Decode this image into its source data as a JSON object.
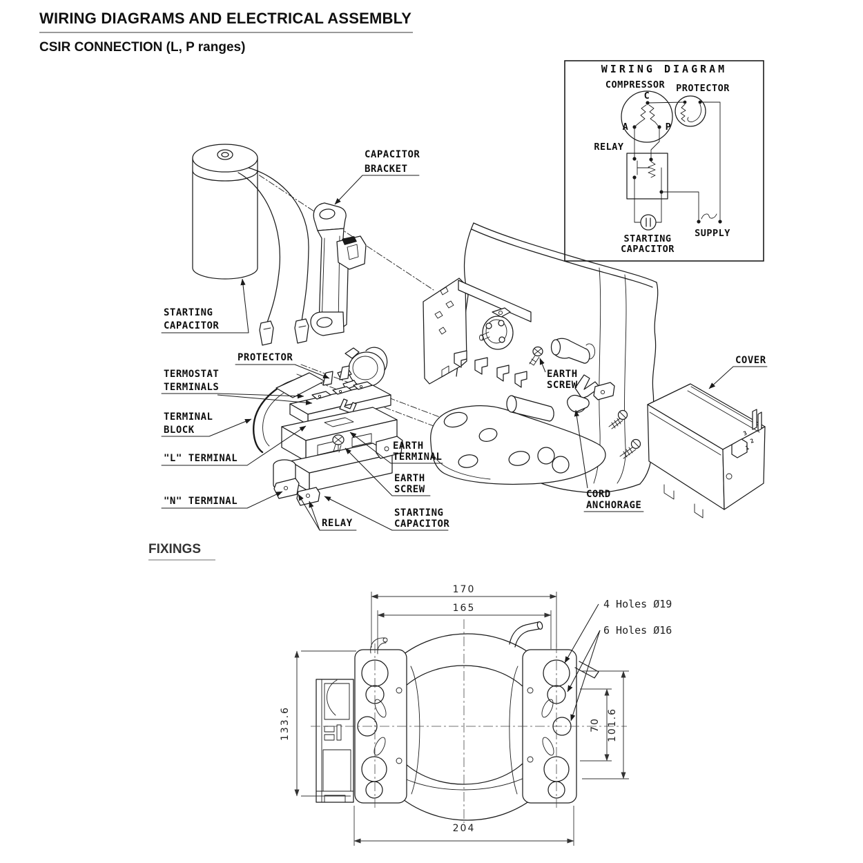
{
  "page": {
    "title": "WIRING DIAGRAMS AND ELECTRICAL ASSEMBLY",
    "subtitle": "CSIR CONNECTION (L, P ranges)",
    "fixings_heading": "FIXINGS"
  },
  "wiring_diagram": {
    "title": "WIRING DIAGRAM",
    "compressor_label": "COMPRESSOR",
    "protector_label": "PROTECTOR",
    "relay_label": "RELAY",
    "starting_capacitor_line1": "STARTING",
    "starting_capacitor_line2": "CAPACITOR",
    "supply_label": "SUPPLY",
    "terminal_c": "C",
    "terminal_a": "A",
    "terminal_p": "P"
  },
  "exploded_view": {
    "starting_capacitor_line1": "STARTING",
    "starting_capacitor_line2": "CAPACITOR",
    "capacitor_bracket_line1": "CAPACITOR",
    "capacitor_bracket_line2": "BRACKET",
    "protector_label": "PROTECTOR",
    "termostat_terminals_line1": "TERMOSTAT",
    "termostat_terminals_line2": "TERMINALS",
    "terminal_block_line1": "TERMINAL",
    "terminal_block_line2": "BLOCK",
    "l_terminal_label": "\"L\" TERMINAL",
    "n_terminal_label": "\"N\" TERMINAL",
    "relay_label": "RELAY",
    "earth_screw_upper_line1": "EARTH",
    "earth_screw_upper_line2": "SCREW",
    "earth_terminal_line1": "EARTH",
    "earth_terminal_line2": "TERMINAL",
    "earth_screw_lower_line1": "EARTH",
    "earth_screw_lower_line2": "SCREW",
    "starting_capacitor_lower_line1": "STARTING",
    "starting_capacitor_lower_line2": "CAPACITOR",
    "cord_anchorage_line1": "CORD",
    "cord_anchorage_line2": "ANCHORAGE",
    "cover_label": "COVER",
    "cover_terminal_marks": [
      "3",
      "2",
      "1"
    ]
  },
  "fixings": {
    "dim_width_outer": "170",
    "dim_width_inner": "165",
    "dim_width_overall": "204",
    "dim_height_overall": "133.6",
    "dim_hole_spacing": "70",
    "dim_hole_spacing_outer": "101.6",
    "note_holes_19": "4 Holes Ø19",
    "note_holes_16": "6 Holes Ø16"
  }
}
